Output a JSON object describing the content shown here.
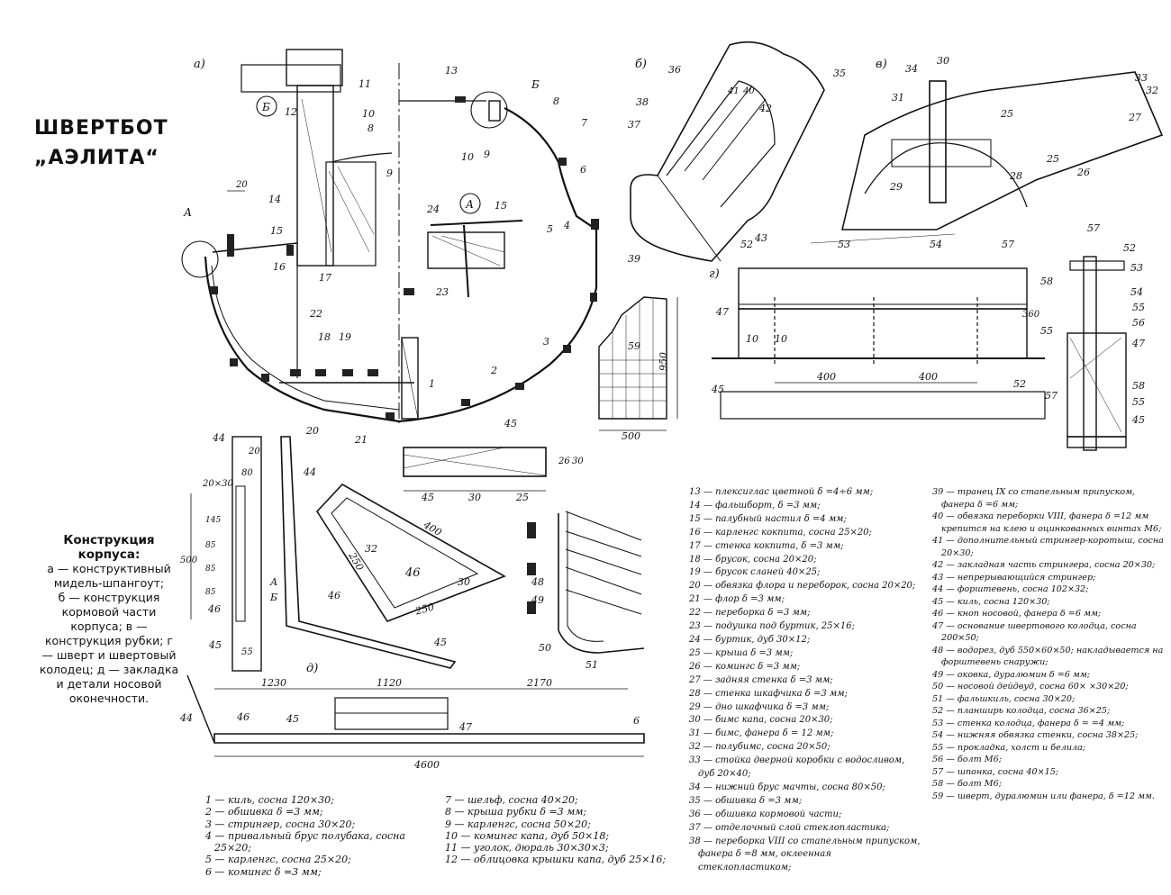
{
  "title": {
    "line1": "ШВЕРТБОТ",
    "line2": "„АЭЛИТА“"
  },
  "caption": {
    "heading": "Конструкция корпуса:",
    "items": [
      "а — конструктивный мидель-шпангоут;",
      "б — конструкция кормовой части корпуса; в — конструкция рубки; г — шверт и швертовый колодец; д — закладка и детали носовой оконечности."
    ]
  },
  "legend": {
    "col1": [
      "1 — киль, сосна 120×30;",
      "2 — обшивка δ =3 мм;",
      "3 — стрингер, сосна 30×20;",
      "4 — привальный брус полубака, сосна 25×20;",
      "5 — карленгс, сосна 25×20;",
      "6 — комингс δ =3 мм;"
    ],
    "col2": [
      "7 — шельф, сосна 40×20;",
      "8 — крыша рубки δ =3 мм;",
      "9 — карленгс, сосна 50×20;",
      "10 — комингс капа, дуб 50×18;",
      "11 — уголок, дюраль 30×30×3;",
      "12 — облицовка крышки капа, дуб 25×16;"
    ],
    "col3": [
      "13 — плексиглас цветной δ =4÷6 мм;",
      "14 — фальшборт, δ =3 мм;",
      "15 — палубный настил δ =4 мм;",
      "16 — карленгс кокпита, сосна 25×20;",
      "17 — стенка кокпита, δ =3 мм;",
      "18 — брусок, сосна 20×20;",
      "19 — брусок сланей 40×25;",
      "20 — обвязка флора и переборок, сосна 20×20;",
      "21 — флор δ =3 мм;",
      "22 — переборка δ =3 мм;",
      "23 — подушка под буртик, 25×16;",
      "24 — буртик, дуб 30×12;",
      "25 — крыша δ =3 мм;",
      "26 — комингс δ =3 мм;",
      "27 — задняя стенка δ =3 мм;",
      "28 — стенка шкафчика δ =3 мм;",
      "29 — дно шкафчика δ =3 мм;",
      "30 — бимс капа, сосна 20×30;",
      "31 — бимс, фанера δ = 12 мм;",
      "32 — полубимс, сосна 20×50;",
      "33 — стойка дверной коробки с водосливом, дуб 20×40;",
      "34 — нижний брус мачты, сосна 80×50;",
      "35 — обшивка δ =3 мм;",
      "36 — обшивка кормовой части;",
      "37 — отделочный слой стеклопластика;",
      "38 — переборка VIII со стапельным припуском, фанера δ =8 мм, оклеенная стеклопластиком;"
    ],
    "col4": [
      "39 — транец IX со стапельным припуском, фанера δ =6 мм;",
      "40 — обвязка переборки VIII, фанера δ =12 мм крепится на клею и оцинкованных винтах М6;",
      "41 — дополнительный стрингер-коротыш, сосна 20×30;",
      "42 — закладная часть стрингера, сосна 20×30;",
      "43 — непрерывающийся стрингер;",
      "44 — форштевень, сосна 102×32;",
      "45 — киль, сосна 120×30;",
      "46 — кноп носовой, фанера δ =6 мм;",
      "47 — основание швертового колодца, сосна 200×50;",
      "48 — водорез, дуб 550×60×50; накладывается на форштевень снаружи;",
      "49 — оковка, дуралюмин δ =6 мм;",
      "50 — носовой дейдвуд, сосна 60× ×30×20;",
      "51 — фальшкиль, сосна 30×20;",
      "52 — планширь колодца, сосна 36×25;",
      "53 — стенка колодца, фанера δ = =4 мм;",
      "54 — нижняя обвязка стенки, сосна 38×25;",
      "55 — прокладка, холст и белила;",
      "56 — болт М6;",
      "57 — шпонка, сосна 40×15;",
      "58 — болт М6;",
      "59 — шверт, дуралюмин или фанера, δ =12 мм."
    ]
  },
  "views": {
    "a": "а)",
    "b": "б)",
    "v": "в)",
    "g": "г)",
    "d": "д)"
  },
  "callouts": {
    "A": "А",
    "B": "Б"
  },
  "dims": {
    "d20": "20",
    "d80": "80",
    "d20x30": "20×30",
    "d145": "145",
    "d85a": "85",
    "d85b": "85",
    "d85c": "85",
    "d500v": "500",
    "d55": "55",
    "d950": "950",
    "d500h": "500",
    "d400": "400",
    "d250a": "250",
    "d250b": "250",
    "d30": "30",
    "d32": "32",
    "d45a": "45",
    "d30b": "30",
    "d25": "25",
    "d26": "26",
    "d30c": "30",
    "d360": "360",
    "d400a": "400",
    "d400b": "400",
    "d1230": "1230",
    "d1120": "1120",
    "d2170": "2170",
    "d4600": "4600"
  },
  "nums": {
    "n1": "1",
    "n2": "2",
    "n3": "3",
    "n4": "4",
    "n5": "5",
    "n6": "6",
    "n7": "7",
    "n8": "8",
    "n9": "9",
    "n10": "10",
    "n11": "11",
    "n12": "12",
    "n13": "13",
    "n14": "14",
    "n15": "15",
    "n16": "16",
    "n17": "17",
    "n18": "18",
    "n19": "19",
    "n20": "20",
    "n21": "21",
    "n22": "22",
    "n23": "23",
    "n24": "24",
    "n25": "25",
    "n26": "26",
    "n27": "27",
    "n28": "28",
    "n29": "29",
    "n30": "30",
    "n31": "31",
    "n32": "32",
    "n33": "33",
    "n34": "34",
    "n35": "35",
    "n36": "36",
    "n37": "37",
    "n38": "38",
    "n39": "39",
    "n40": "40",
    "n41": "41",
    "n42": "42",
    "n43": "43",
    "n44": "44",
    "n45": "45",
    "n46": "46",
    "n47": "47",
    "n48": "48",
    "n49": "49",
    "n50": "50",
    "n51": "51",
    "n52": "52",
    "n53": "53",
    "n54": "54",
    "n55": "55",
    "n56": "56",
    "n57": "57",
    "n58": "58",
    "n59": "59",
    "n6b": "6"
  },
  "colors": {
    "ink": "#111111",
    "paper": "#ffffff"
  }
}
